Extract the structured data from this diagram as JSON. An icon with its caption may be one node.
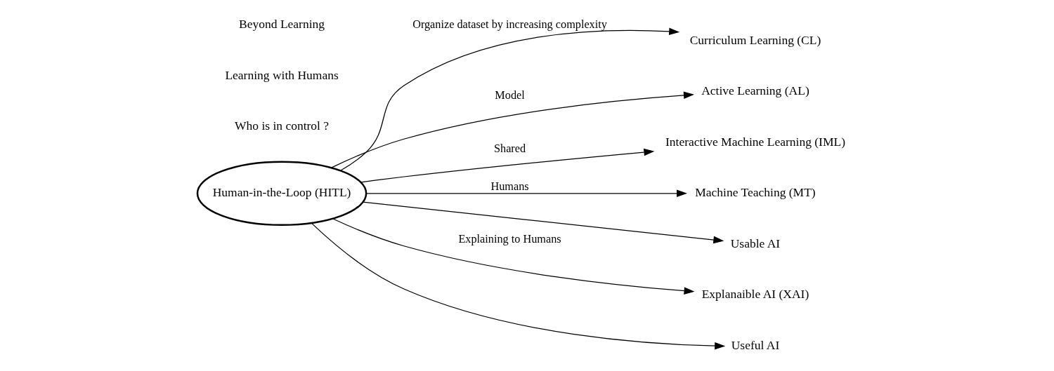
{
  "diagram": {
    "nodes": [
      {
        "text": [
          "Human-in-the-Loop (HITL)"
        ]
      },
      {
        "text": [
          "Curriculum Learning (CL)"
        ]
      },
      {
        "text": [
          "Active Learning (AL)"
        ]
      },
      {
        "text": [
          "Interactive Machine Learning (IML)"
        ]
      },
      {
        "text": [
          "Machine Teaching (MT)"
        ]
      },
      {
        "text": [
          "Usable AI"
        ]
      },
      {
        "text": [
          "Explanaible AI (XAI)"
        ]
      },
      {
        "text": [
          "Useful AI"
        ]
      }
    ],
    "edges": [
      {
        "from": 0,
        "to": 1,
        "arrow": "to",
        "label": "Organize dataset by increasing complexity"
      },
      {
        "from": 0,
        "to": 2,
        "arrow": "to",
        "label": "Model"
      },
      {
        "from": 0,
        "to": 3,
        "arrow": "to",
        "label": "Shared"
      },
      {
        "from": 0,
        "to": 4,
        "arrow": "to",
        "label": "Humans"
      },
      {
        "from": 0,
        "to": 5,
        "arrow": "to"
      },
      {
        "from": 0,
        "to": 6,
        "arrow": "to",
        "label": "Explaining to Humans"
      },
      {
        "from": 0,
        "to": 7,
        "arrow": "to"
      }
    ],
    "labels": [
      "Who is in control ?",
      "Learning with Humans",
      "Beyond Learning"
    ]
  }
}
